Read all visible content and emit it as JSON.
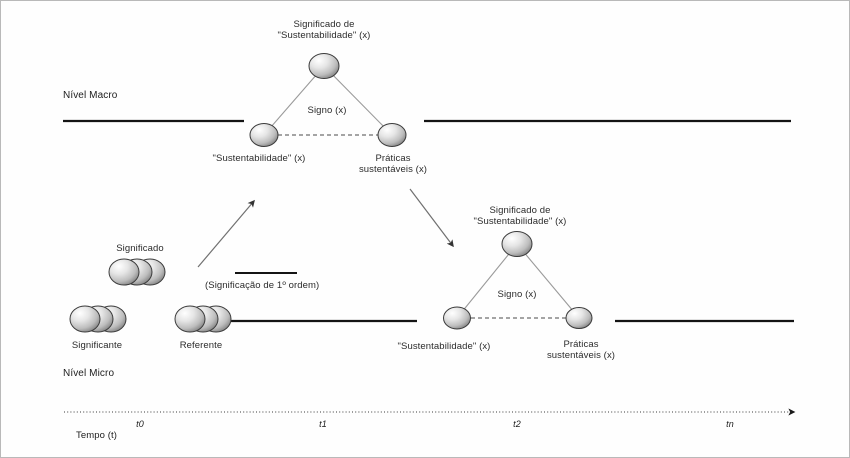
{
  "figure": {
    "type": "diagram",
    "title_visible": false,
    "background": "#fefefe",
    "border_color": "#b9b9b9"
  },
  "levels": {
    "macro_label": "Nível Macro",
    "micro_label": "Nível Micro"
  },
  "timeline": {
    "axis_label": "Tempo (t)",
    "ticks": [
      "t0",
      "t1",
      "t2",
      "tn"
    ],
    "style": "dotted-arrow"
  },
  "origin_group": {
    "significado_label": "Significado",
    "significante_label": "Significante",
    "referente_label": "Referente",
    "note": "(Significação de 1º ordem)"
  },
  "triangle_t1": {
    "apex_label": "Significado de\n\"Sustentabilidade\" (x)",
    "left_label": "\"Sustentabilidade\" (x)",
    "right_label": "Práticas\nsustentáveis (x)",
    "center_label": "Signo (x)"
  },
  "triangle_t2": {
    "apex_label": "Significado de\n\"Sustentabilidade\" (x)",
    "left_label": "\"Sustentabilidade\" (x)",
    "right_label": "Práticas\nsustentáveis (x)",
    "center_label": "Signo (x)"
  },
  "colors": {
    "rule": "#141414",
    "connector": "#8a8a8a",
    "arrow": "#6e6e6e",
    "node_light": "#ffffff",
    "node_mid": "#d8d8d8",
    "node_dark": "#8d8d8d",
    "node_stroke": "#3a3a3a",
    "text": "#2b2b2b"
  }
}
